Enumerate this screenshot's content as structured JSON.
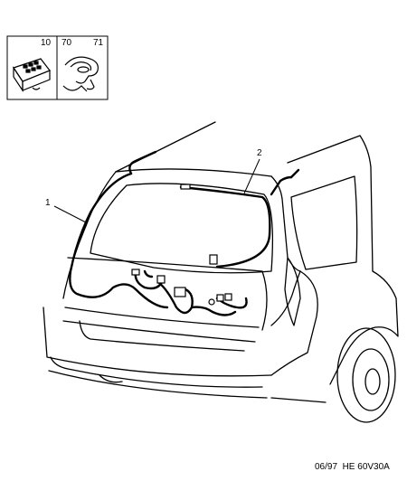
{
  "legend": {
    "refs": [
      "10",
      "70",
      "71"
    ]
  },
  "callouts": [
    "1",
    "2"
  ],
  "footer": {
    "code": "06/97  HE 60V30A"
  }
}
